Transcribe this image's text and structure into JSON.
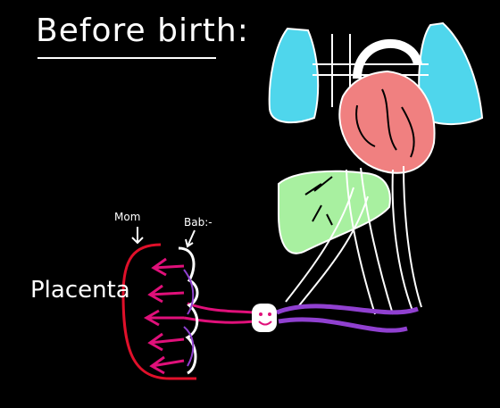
{
  "diagram": {
    "title": "Before birth:",
    "labels": {
      "placenta": "Placenta",
      "mom": "Mom",
      "baby": "Bab:-"
    }
  },
  "colors": {
    "background": "#000000",
    "lung": "#4fd6ec",
    "heart": "#f08080",
    "liver": "#a8f0a0",
    "maternal_blood": "#e0102a",
    "villi": "#e0107a",
    "umbilical": "#9040d0",
    "outline": "#ffffff"
  }
}
